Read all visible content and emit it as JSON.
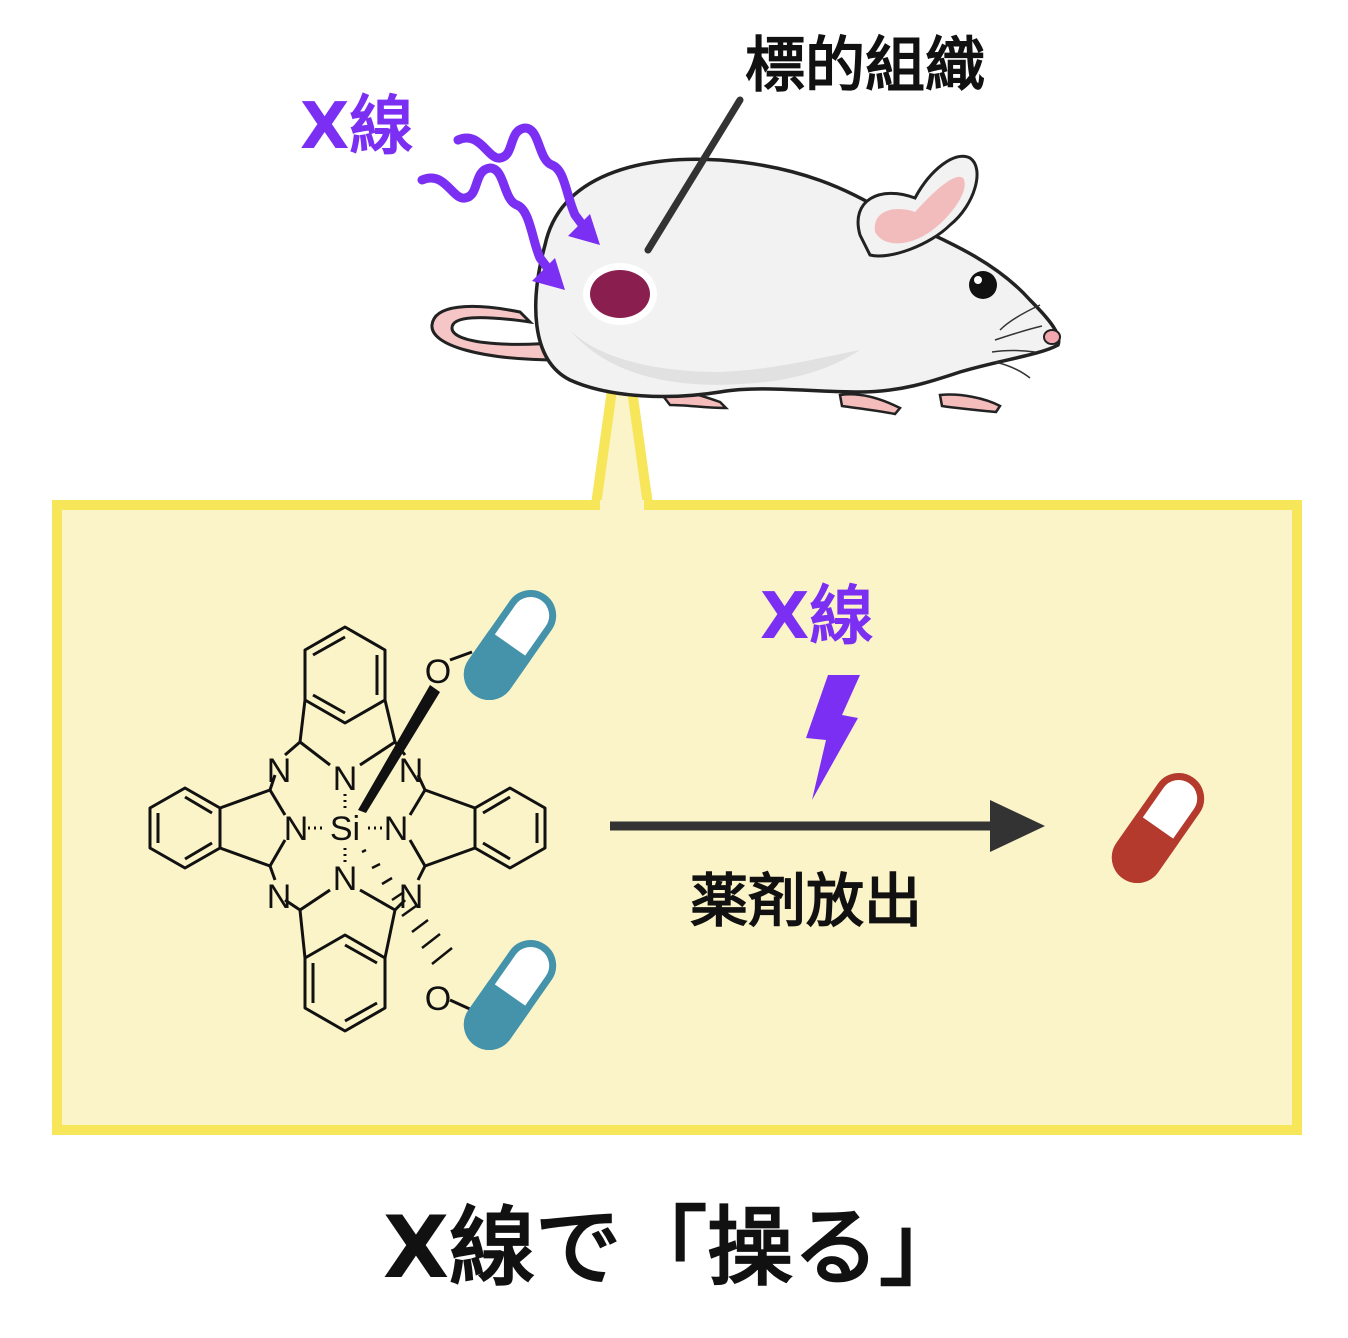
{
  "labels": {
    "xray_top": "X線",
    "target_tissue": "標的組織",
    "xray_reaction": "X線",
    "drug_release": "薬剤放出",
    "caption": "X線で「操る」"
  },
  "molecule": {
    "center_atom": "Si",
    "nitrogen": "N",
    "oxygen": "O"
  },
  "colors": {
    "xray_purple": "#7b2ff2",
    "panel_fill": "#fbf4c8",
    "panel_border": "#f7e55a",
    "capsule_teal": "#4593ab",
    "capsule_red": "#b33a2c",
    "tumor": "#8a1f4f"
  },
  "icons": [
    "mouse-illustration",
    "wavy-arrow-icon",
    "lightning-bolt-icon",
    "capsule-icon",
    "reaction-arrow-icon"
  ]
}
